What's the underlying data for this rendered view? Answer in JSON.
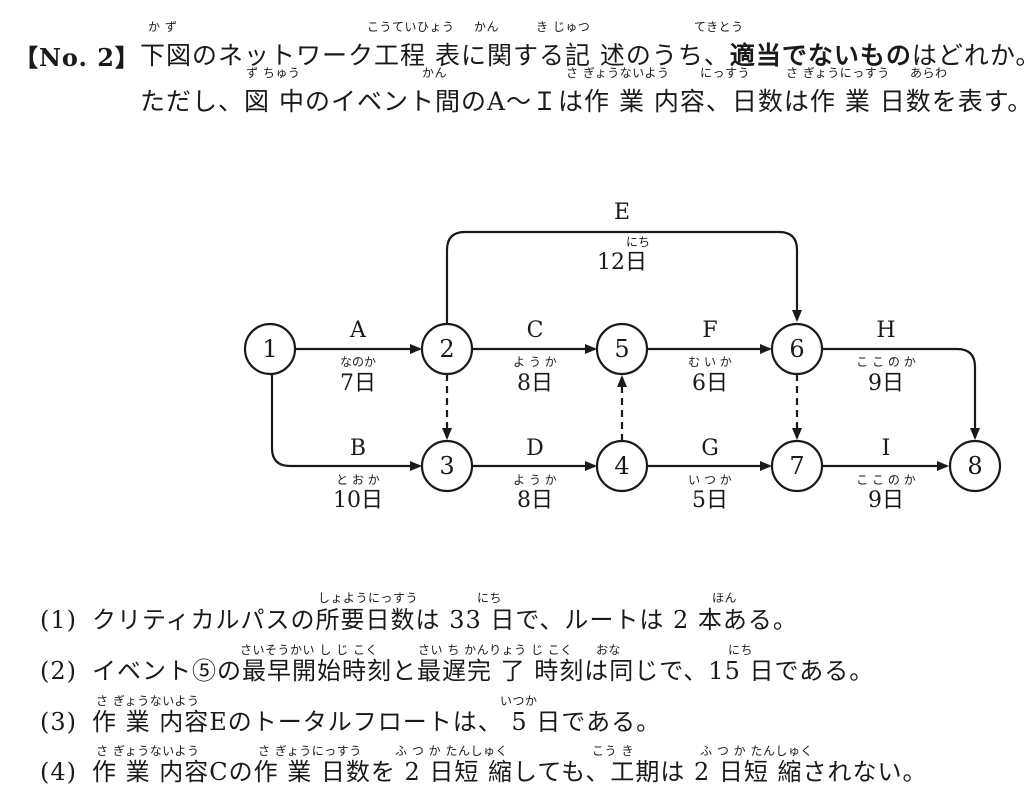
{
  "question": {
    "number": "【No. 2】",
    "line1_pre": "下図のネットワーク工程 表に関する記 述のうち、",
    "line1_emph": "適当でないもの",
    "line1_post": "はどれか。",
    "line2": "ただし、図 中のイベント間のA～Ｉは作 業 内容、日数は作 業 日数を表す。",
    "furigana": {
      "kazu": "か ず",
      "kouteihyou": "こうていひょう",
      "kan1": "かん",
      "kijutsu": "き じゅつ",
      "tekitou": "てきとう",
      "zuchuu": "ず ちゅう",
      "kan2": "かん",
      "sagyounaiyou": "さ ぎょうないよう",
      "nissuu": "にっすう",
      "sagyounissuu": "さ ぎょうにっすう",
      "arawa": "あらわ"
    }
  },
  "network": {
    "nodes": [
      "1",
      "2",
      "3",
      "4",
      "5",
      "6",
      "7",
      "8"
    ],
    "activities": [
      {
        "id": "A",
        "days": "7日",
        "reading": "なのか"
      },
      {
        "id": "B",
        "days": "10日",
        "reading": "と お か"
      },
      {
        "id": "C",
        "days": "8日",
        "reading": "よ う か"
      },
      {
        "id": "D",
        "days": "8日",
        "reading": "よ う か"
      },
      {
        "id": "E",
        "days": "12日",
        "reading": "にち"
      },
      {
        "id": "F",
        "days": "6日",
        "reading": "む い か"
      },
      {
        "id": "G",
        "days": "5日",
        "reading": "い つ か"
      },
      {
        "id": "H",
        "days": "9日",
        "reading": "こ こ の か"
      },
      {
        "id": "I",
        "days": "9日",
        "reading": "こ こ の か"
      }
    ]
  },
  "options": [
    {
      "num": "(1)",
      "text": "クリティカルパスの所要日数は 33 日で、ルートは 2 本ある。",
      "furigana": [
        {
          "t": "しょようにっすう",
          "at": "shoyou"
        },
        {
          "t": "にち",
          "at": "nichi"
        },
        {
          "t": "ほん",
          "at": "hon"
        }
      ]
    },
    {
      "num": "(2)",
      "text": "イベント⑤の最早開始時刻と最遅完 了 時刻は同じで、15 日である。",
      "furigana": [
        {
          "t": "さいそうかい し じ こく",
          "at": "saisou"
        },
        {
          "t": "さい ち かんりょう じ こく",
          "at": "saichi"
        },
        {
          "t": "おな",
          "at": "ona"
        },
        {
          "t": "にち",
          "at": "nichi"
        }
      ]
    },
    {
      "num": "(3)",
      "text": "作 業 内容Eのトータルフロートは、 5 日である。",
      "furigana": [
        {
          "t": "さ ぎょうないよう",
          "at": "sagyou"
        },
        {
          "t": "いつか",
          "at": "itsuka"
        }
      ]
    },
    {
      "num": "(4)",
      "text": "作 業 内容Cの作 業 日数を 2 日短 縮しても、工期は 2 日短 縮されない。",
      "furigana": [
        {
          "t": "さ ぎょうないよう",
          "at": "sagyou"
        },
        {
          "t": "さ ぎょうにっすう",
          "at": "sagyounissuu"
        },
        {
          "t": "ふ つ か たんしゅく",
          "at": "futsuka1"
        },
        {
          "t": "こう き",
          "at": "kouki"
        },
        {
          "t": "ふ つ か たんしゅく",
          "at": "futsuka2"
        }
      ]
    }
  ]
}
